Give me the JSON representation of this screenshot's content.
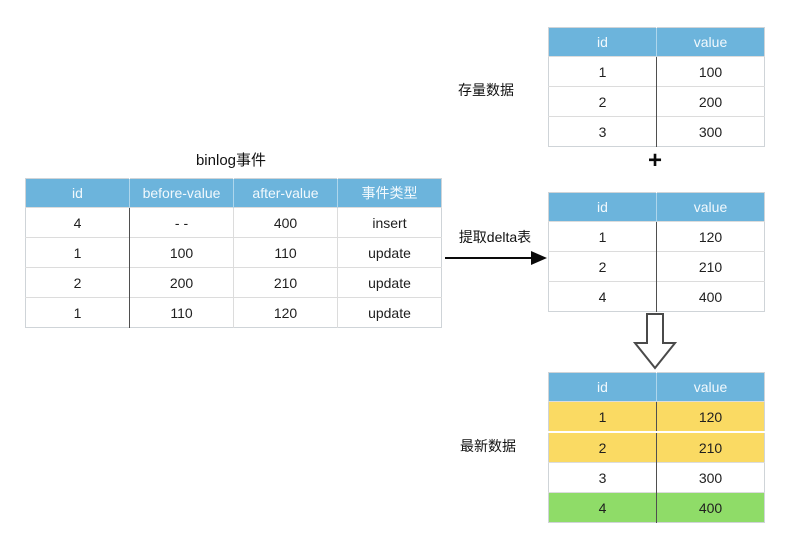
{
  "colors": {
    "header_blue": "#6CB4DC",
    "row_yellow": "#FADA63",
    "row_green": "#8FDC68",
    "id_text_blue": "#6FA3C6"
  },
  "binlog_table": {
    "title": "binlog事件",
    "headers": [
      "id",
      "before-value",
      "after-value",
      "事件类型"
    ],
    "rows": [
      [
        "4",
        "- -",
        "400",
        "insert"
      ],
      [
        "1",
        "100",
        "110",
        "update"
      ],
      [
        "2",
        "200",
        "210",
        "update"
      ],
      [
        "1",
        "110",
        "120",
        "update"
      ]
    ]
  },
  "delta_arrow": {
    "label": "提取delta表"
  },
  "plus_sign": "+",
  "stock_table": {
    "label": "存量数据",
    "headers": [
      "id",
      "value"
    ],
    "rows": [
      [
        "1",
        "100"
      ],
      [
        "2",
        "200"
      ],
      [
        "3",
        "300"
      ]
    ]
  },
  "delta_table": {
    "headers": [
      "id",
      "value"
    ],
    "rows": [
      [
        "1",
        "120"
      ],
      [
        "2",
        "210"
      ],
      [
        "4",
        "400"
      ]
    ]
  },
  "latest_table": {
    "label": "最新数据",
    "headers": [
      "id",
      "value"
    ],
    "rows": [
      [
        "1",
        "120"
      ],
      [
        "2",
        "210"
      ],
      [
        "3",
        "300"
      ],
      [
        "4",
        "400"
      ]
    ],
    "row_highlights": [
      "yellow",
      "yellow",
      "none",
      "green"
    ]
  }
}
